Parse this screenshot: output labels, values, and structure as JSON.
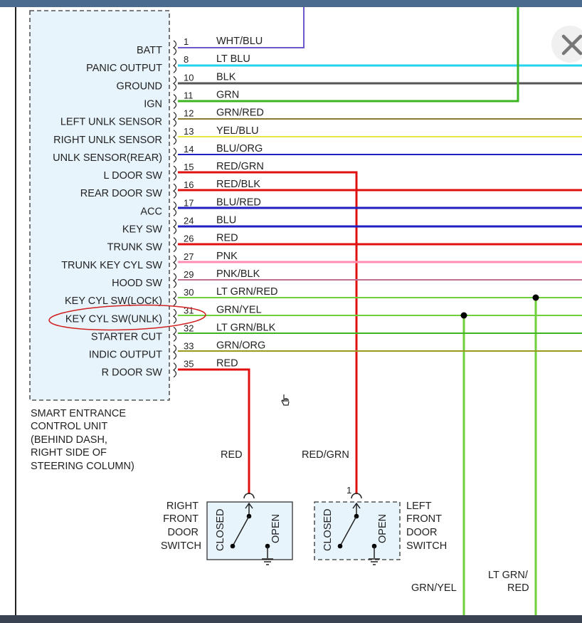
{
  "unit": {
    "title_lines": [
      "SMART ENTRANCE",
      "CONTROL UNIT",
      "(BEHIND DASH,",
      "RIGHT SIDE OF",
      "STEERING COLUMN)"
    ],
    "pins": [
      {
        "label": "BATT",
        "num": "1",
        "color": "WHT/BLU"
      },
      {
        "label": "PANIC OUTPUT",
        "num": "8",
        "color": "LT BLU"
      },
      {
        "label": "GROUND",
        "num": "10",
        "color": "BLK"
      },
      {
        "label": "IGN",
        "num": "11",
        "color": "GRN"
      },
      {
        "label": "LEFT UNLK SENSOR",
        "num": "12",
        "color": "GRN/RED"
      },
      {
        "label": "RIGHT UNLK SENSOR",
        "num": "13",
        "color": "YEL/BLU"
      },
      {
        "label": "UNLK SENSOR(REAR)",
        "num": "14",
        "color": "BLU/ORG"
      },
      {
        "label": "L DOOR SW",
        "num": "15",
        "color": "RED/GRN"
      },
      {
        "label": "REAR DOOR SW",
        "num": "16",
        "color": "RED/BLK"
      },
      {
        "label": "ACC",
        "num": "17",
        "color": "BLU/RED"
      },
      {
        "label": "KEY SW",
        "num": "24",
        "color": "BLU"
      },
      {
        "label": "TRUNK SW",
        "num": "26",
        "color": "RED"
      },
      {
        "label": "TRUNK KEY CYL SW",
        "num": "27",
        "color": "PNK"
      },
      {
        "label": "HOOD SW",
        "num": "29",
        "color": "PNK/BLK"
      },
      {
        "label": "KEY CYL SW(LOCK)",
        "num": "30",
        "color": "LT GRN/RED"
      },
      {
        "label": "KEY CYL SW(UNLK)",
        "num": "31",
        "color": "GRN/YEL"
      },
      {
        "label": "STARTER CUT",
        "num": "32",
        "color": "LT GRN/BLK"
      },
      {
        "label": "INDIC OUTPUT",
        "num": "33",
        "color": "GRN/ORG"
      },
      {
        "label": "R DOOR SW",
        "num": "35",
        "color": "RED"
      }
    ]
  },
  "wire_labels": {
    "red": "RED",
    "red_grn": "RED/GRN",
    "grn_yel": "GRN/YEL",
    "lt_grn_red_line1": "LT GRN/",
    "lt_grn_red_line2": "RED"
  },
  "right_switch": {
    "name_lines": [
      "RIGHT",
      "FRONT",
      "DOOR",
      "SWITCH"
    ],
    "closed": "CLOSED",
    "open": "OPEN"
  },
  "left_switch": {
    "pin": "1",
    "name_lines": [
      "LEFT",
      "FRONT",
      "DOOR",
      "SWITCH"
    ],
    "closed": "CLOSED",
    "open": "OPEN"
  },
  "colors": {
    "wht_blu": "#6a5acd",
    "lt_blu": "#22d3ee",
    "blk": "#555555",
    "grn": "#3cb521",
    "grn_red": "#8a7a30",
    "yel_blu": "#e8e840",
    "blu_org": "#2020c0",
    "red": "#e01010",
    "pnk": "#ff8fb0",
    "pnk_blk": "#c07090",
    "lt_grn": "#6ed03a",
    "grn_org": "#9a9a20",
    "unit_fill": "#e8f4fc",
    "highlight": "#d02020"
  },
  "icons": {
    "close": "close-icon",
    "cursor": "hand-cursor-icon",
    "ground": "ground-icon"
  }
}
